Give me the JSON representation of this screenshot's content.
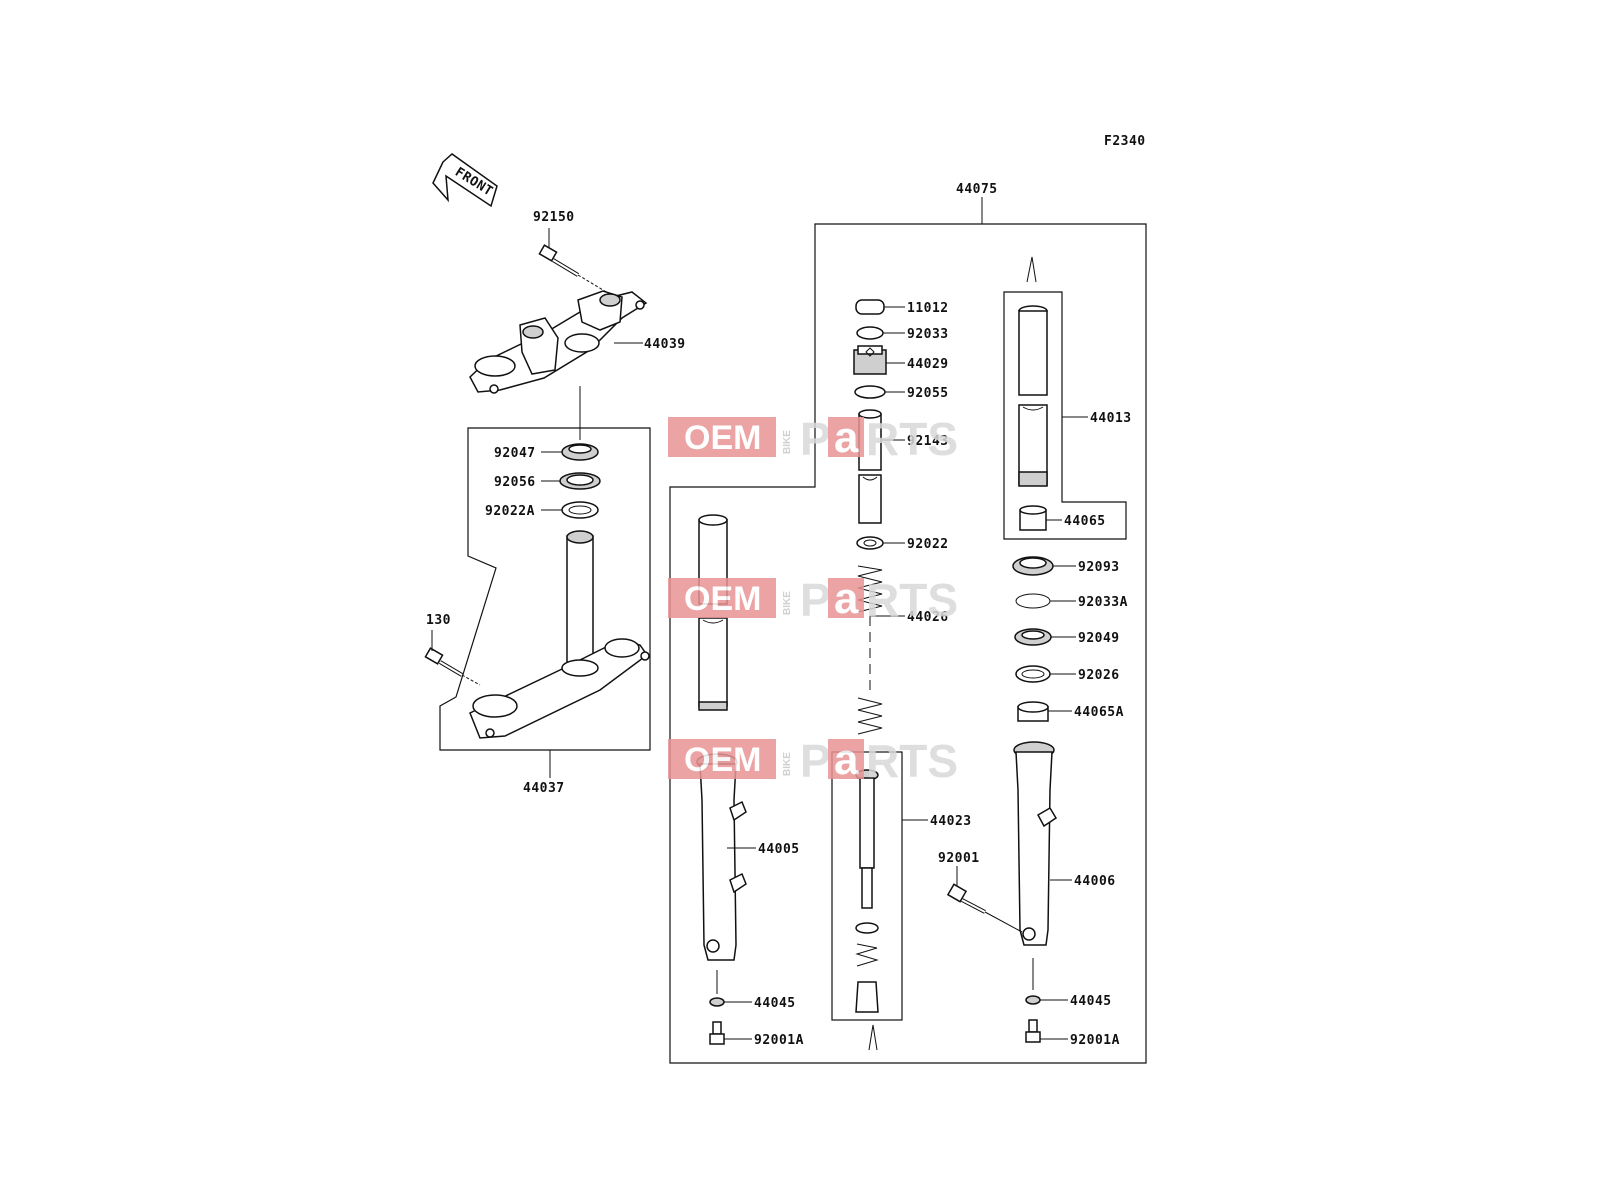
{
  "diagram": {
    "figure_code": "F2340",
    "front_label": "FRONT",
    "watermark": {
      "left": "OEM",
      "middle": "BIKE",
      "right_a": "P",
      "right_b": "a",
      "right_c": "RTS"
    },
    "parts": {
      "p92150": "92150",
      "p44039": "44039",
      "p92047": "92047",
      "p92056": "92056",
      "p92022A": "92022A",
      "p130": "130",
      "p44037": "44037",
      "p44075": "44075",
      "p11012": "11012",
      "p92033": "92033",
      "p44029": "44029",
      "p92055": "92055",
      "p92143": "92143",
      "p92022": "92022",
      "p44026": "44026",
      "p44023": "44023",
      "p44013": "44013",
      "p44065": "44065",
      "p92093": "92093",
      "p92033A": "92033A",
      "p92049": "92049",
      "p92026": "92026",
      "p44065A": "44065A",
      "p44005": "44005",
      "p44045_l": "44045",
      "p92001A_l": "92001A",
      "p92001": "92001",
      "p44006": "44006",
      "p44045_r": "44045",
      "p92001A_r": "92001A"
    }
  }
}
